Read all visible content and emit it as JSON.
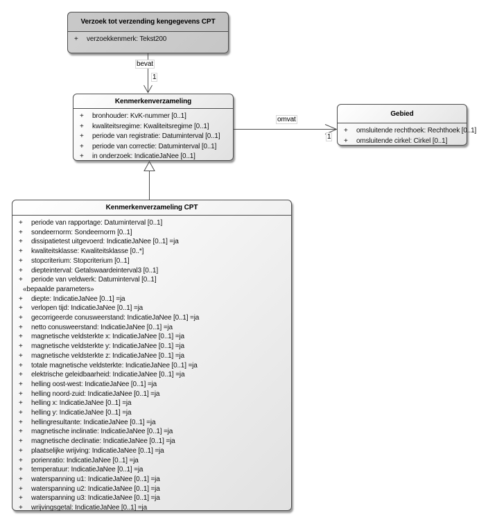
{
  "diagram": {
    "type": "uml-class-diagram",
    "background_color": "#ffffff",
    "border_color": "#4c4c4c",
    "gray_class_color": "#c9c9c9",
    "gradient_class_colors": [
      "#ffffff",
      "#e1e1e1"
    ]
  },
  "classes": {
    "verzoek": {
      "title": "Verzoek tot verzending kengegevens CPT",
      "rows": [
        {
          "type": "attr",
          "vis": "+",
          "text": "verzoekkenmerk: Tekst200"
        }
      ]
    },
    "kenmerkenverzameling": {
      "title": "Kenmerkenverzameling",
      "rows": [
        {
          "type": "attr",
          "vis": "+",
          "text": "bronhouder: KvK-nummer [0..1]"
        },
        {
          "type": "attr",
          "vis": "+",
          "text": "kwaliteitsregime: Kwaliteitsregime [0..1]"
        },
        {
          "type": "attr",
          "vis": "+",
          "text": "periode van registratie: Datuminterval [0..1]"
        },
        {
          "type": "attr",
          "vis": "+",
          "text": "periode van correctie: Datuminterval [0..1]"
        },
        {
          "type": "attr",
          "vis": "+",
          "text": "in onderzoek: IndicatieJaNee [0..1]"
        }
      ]
    },
    "gebied": {
      "title": "Gebied",
      "rows": [
        {
          "type": "attr",
          "vis": "+",
          "text": "omsluitende rechthoek: Rechthoek [0..1]"
        },
        {
          "type": "attr",
          "vis": "+",
          "text": "omsluitende cirkel: Cirkel [0..1]"
        }
      ]
    },
    "cpt": {
      "title": "Kenmerkenverzameling CPT",
      "rows": [
        {
          "type": "attr",
          "vis": "+",
          "text": "periode van rapportage: Datuminterval [0..1]"
        },
        {
          "type": "attr",
          "vis": "+",
          "text": "sondeernorm: Sondeernorm [0..1]"
        },
        {
          "type": "attr",
          "vis": "+",
          "text": "dissipatietest uitgevoerd: IndicatieJaNee [0..1] =ja"
        },
        {
          "type": "attr",
          "vis": "+",
          "text": "kwaliteitsklasse: Kwaliteitsklasse [0..*]"
        },
        {
          "type": "attr",
          "vis": "+",
          "text": "stopcriterium: Stopcriterium [0..1]"
        },
        {
          "type": "attr",
          "vis": "+",
          "text": "diepteinterval: Getalswaardeinterval3 [0..1]"
        },
        {
          "type": "attr",
          "vis": "+",
          "text": "periode van veldwerk: Datuminterval [0..1]"
        },
        {
          "type": "stereotype",
          "text": "«bepaalde parameters»"
        },
        {
          "type": "attr",
          "vis": "+",
          "text": "diepte: IndicatieJaNee [0..1] =ja"
        },
        {
          "type": "attr",
          "vis": "+",
          "text": "verlopen tijd: IndicatieJaNee [0..1] =ja"
        },
        {
          "type": "attr",
          "vis": "+",
          "text": "gecorrigeerde conusweerstand: IndicatieJaNee [0..1] =ja"
        },
        {
          "type": "attr",
          "vis": "+",
          "text": "netto conusweerstand: IndicatieJaNee [0..1] =ja"
        },
        {
          "type": "attr",
          "vis": "+",
          "text": "magnetische veldsterkte x: IndicatieJaNee [0..1] =ja"
        },
        {
          "type": "attr",
          "vis": "+",
          "text": "magnetische veldsterkte y: IndicatieJaNee [0..1] =ja"
        },
        {
          "type": "attr",
          "vis": "+",
          "text": "magnetische veldsterkte z: IndicatieJaNee [0..1] =ja"
        },
        {
          "type": "attr",
          "vis": "+",
          "text": "totale magnetische veldsterkte: IndicatieJaNee [0..1] =ja"
        },
        {
          "type": "attr",
          "vis": "+",
          "text": "elektrische geleidbaarheid: IndicatieJaNee [0..1] =ja"
        },
        {
          "type": "attr",
          "vis": "+",
          "text": "helling oost-west: IndicatieJaNee [0..1] =ja"
        },
        {
          "type": "attr",
          "vis": "+",
          "text": "helling noord-zuid: IndicatieJaNee [0..1] =ja"
        },
        {
          "type": "attr",
          "vis": "+",
          "text": "helling x: IndicatieJaNee [0..1] =ja"
        },
        {
          "type": "attr",
          "vis": "+",
          "text": "helling y: IndicatieJaNee [0..1] =ja"
        },
        {
          "type": "attr",
          "vis": "+",
          "text": "hellingresultante: IndicatieJaNee [0..1] =ja"
        },
        {
          "type": "attr",
          "vis": "+",
          "text": "magnetische inclinatie: IndicatieJaNee [0..1] =ja"
        },
        {
          "type": "attr",
          "vis": "+",
          "text": "magnetische declinatie: IndicatieJaNee [0..1] =ja"
        },
        {
          "type": "attr",
          "vis": "+",
          "text": "plaatselijke wrijving: IndicatieJaNee [0..1] =ja"
        },
        {
          "type": "attr",
          "vis": "+",
          "text": "porienratio: IndicatieJaNee [0..1] =ja"
        },
        {
          "type": "attr",
          "vis": "+",
          "text": "temperatuur: IndicatieJaNee [0..1] =ja"
        },
        {
          "type": "attr",
          "vis": "+",
          "text": "waterspanning u1: IndicatieJaNee [0..1] =ja"
        },
        {
          "type": "attr",
          "vis": "+",
          "text": "waterspanning u2: IndicatieJaNee [0..1] =ja"
        },
        {
          "type": "attr",
          "vis": "+",
          "text": "waterspanning u3: IndicatieJaNee [0..1] =ja"
        },
        {
          "type": "attr",
          "vis": "+",
          "text": "wrijvingsgetal: IndicatieJaNee [0..1] =ja"
        }
      ]
    }
  },
  "connectors": {
    "bevat": {
      "label": "bevat",
      "multiplicity": "1"
    },
    "omvat": {
      "label": "omvat",
      "multiplicity": "1"
    }
  }
}
